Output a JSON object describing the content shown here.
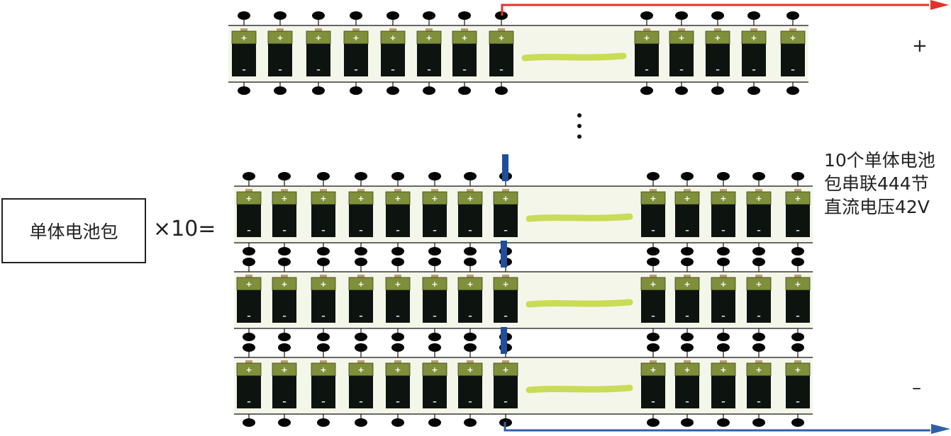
{
  "unit_pack_label": "单体电池包",
  "multiplier_label": "×10=",
  "description_lines": [
    "10个单体电池",
    "包串联444节",
    "直流电压42V"
  ],
  "positive_terminal": "+",
  "negative_terminal": "–",
  "battery_glyphs": {
    "plus": "+",
    "minus": "–"
  },
  "colors": {
    "positive_lead": "#e8302a",
    "negative_lead": "#2f5fa8",
    "series_link": "#1f4f9a",
    "cell_cap": "#7f8f3a",
    "cell_body": "#0d1410",
    "pack_fill": "#f4f6ea",
    "cell_gap_line": "#c9dc55"
  }
}
